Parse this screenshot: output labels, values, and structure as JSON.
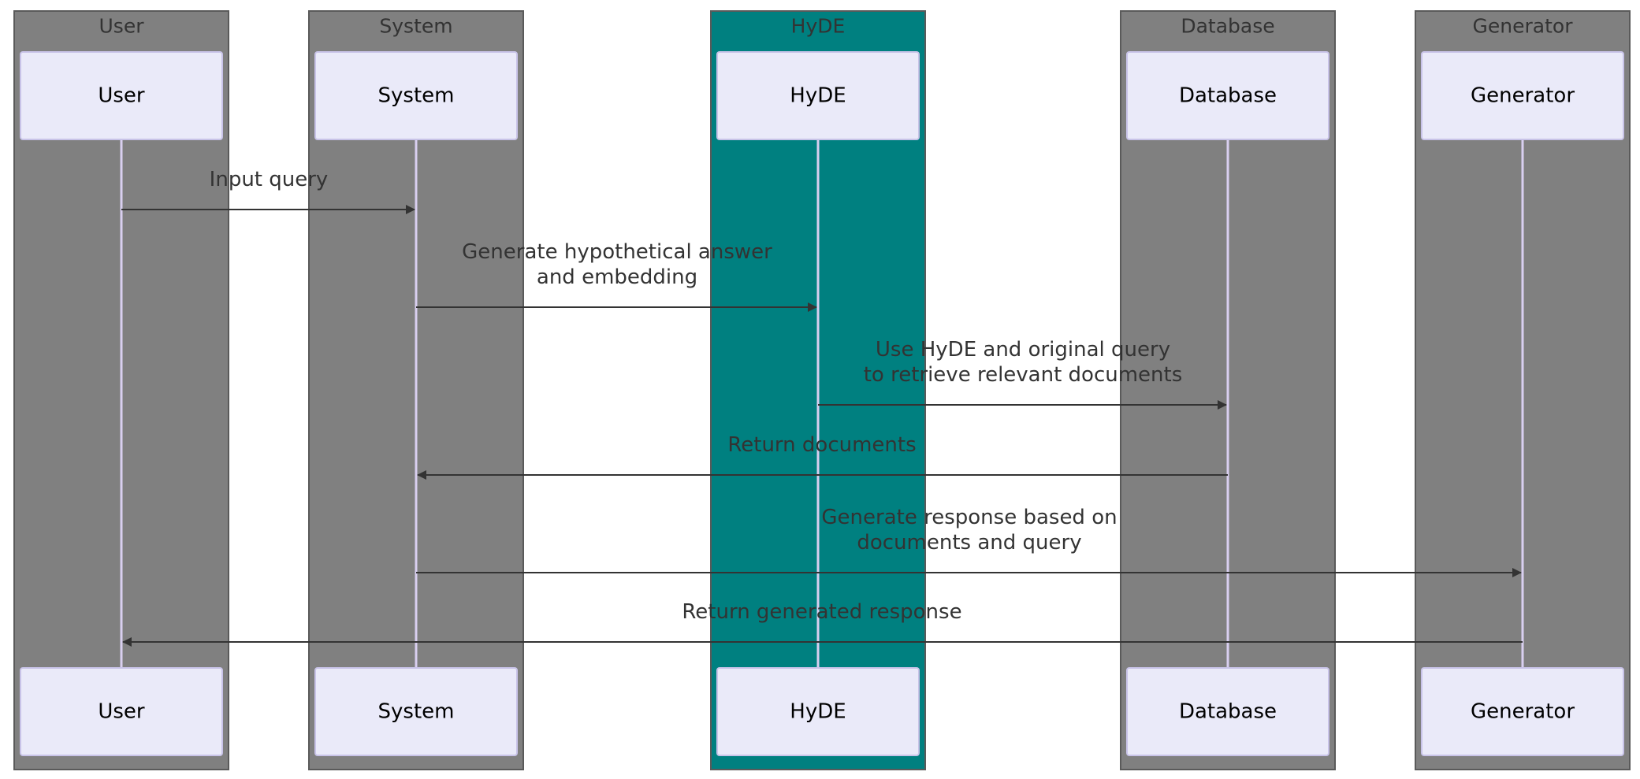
{
  "colors": {
    "group_default": "#808080",
    "group_highlight": "#008080",
    "group_border": "#5a5a5a",
    "actor_fill": "#eaeaf9",
    "actor_border": "#c8c3e8",
    "lifeline": "#d9cff0",
    "arrow": "#333333",
    "text": "#333333"
  },
  "participants": [
    {
      "id": "user",
      "group_label": "User",
      "label": "User",
      "highlighted": false
    },
    {
      "id": "system",
      "group_label": "System",
      "label": "System",
      "highlighted": false
    },
    {
      "id": "hyde",
      "group_label": "HyDE",
      "label": "HyDE",
      "highlighted": true
    },
    {
      "id": "database",
      "group_label": "Database",
      "label": "Database",
      "highlighted": false
    },
    {
      "id": "generator",
      "group_label": "Generator",
      "label": "Generator",
      "highlighted": false
    }
  ],
  "messages": [
    {
      "from": "user",
      "to": "system",
      "lines": [
        "Input query"
      ]
    },
    {
      "from": "system",
      "to": "hyde",
      "lines": [
        "Generate hypothetical answer",
        "and embedding"
      ]
    },
    {
      "from": "hyde",
      "to": "database",
      "lines": [
        "Use HyDE and original query",
        "to retrieve relevant documents"
      ]
    },
    {
      "from": "database",
      "to": "system",
      "lines": [
        "Return documents"
      ]
    },
    {
      "from": "system",
      "to": "generator",
      "lines": [
        "Generate response based on",
        "documents and query"
      ]
    },
    {
      "from": "generator",
      "to": "user",
      "lines": [
        "Return generated response"
      ]
    }
  ]
}
